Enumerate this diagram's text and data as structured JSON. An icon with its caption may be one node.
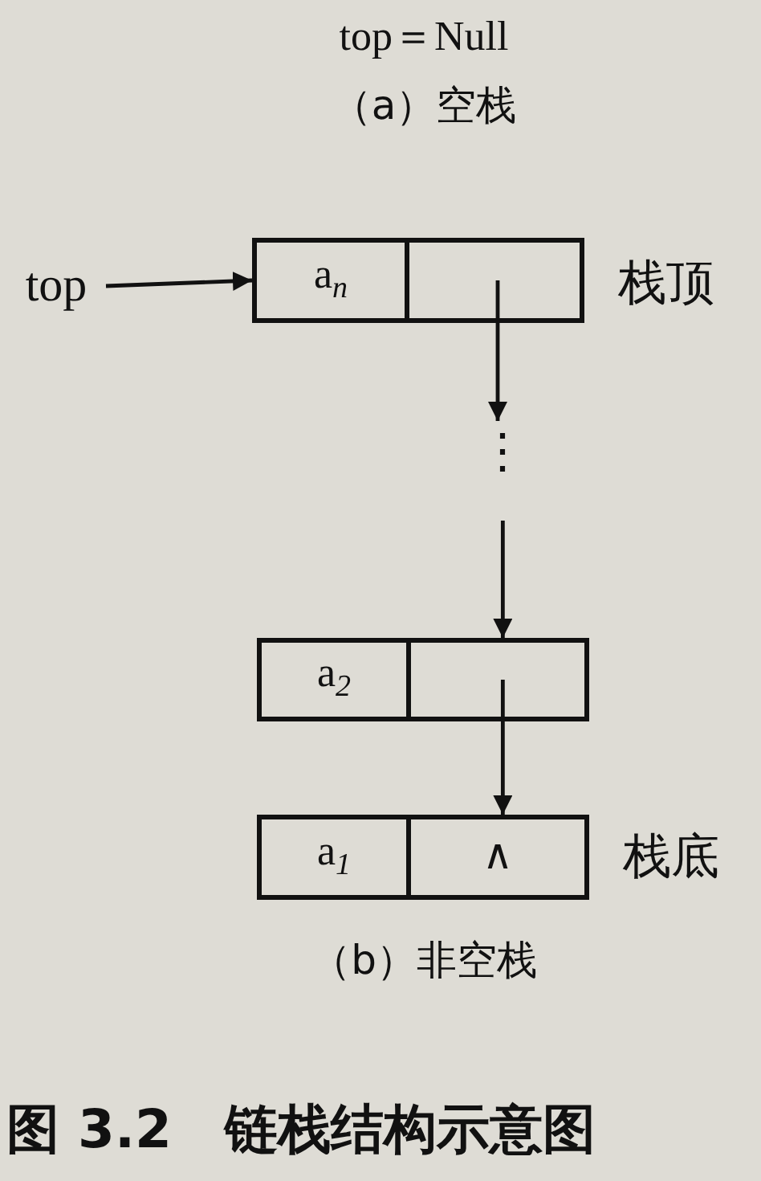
{
  "diagram": {
    "caption": "图 3.2　链栈结构示意图",
    "nodes": [
      {
        "text": [
          "top"
        ]
      },
      {
        "text": [
          "a$_{n}$"
        ],
        "beside": [
          "栈顶"
        ]
      },
      {
        "text": [
          "⋮"
        ]
      },
      {
        "text": [
          "a$_{2}$"
        ]
      },
      {
        "text": [
          "a$_{1}$",
          "∧"
        ],
        "beside": [
          "栈底"
        ]
      }
    ],
    "edges": [
      {
        "from": 0,
        "to": 1,
        "arrow": "to"
      },
      {
        "from": 1,
        "to": 2,
        "arrow": "to"
      },
      {
        "from": 2,
        "to": 3,
        "arrow": "to"
      },
      {
        "from": 3,
        "to": 4,
        "arrow": "to"
      }
    ],
    "labels": [
      "top＝Null",
      "（a）空栈",
      "（b）非空栈"
    ]
  }
}
